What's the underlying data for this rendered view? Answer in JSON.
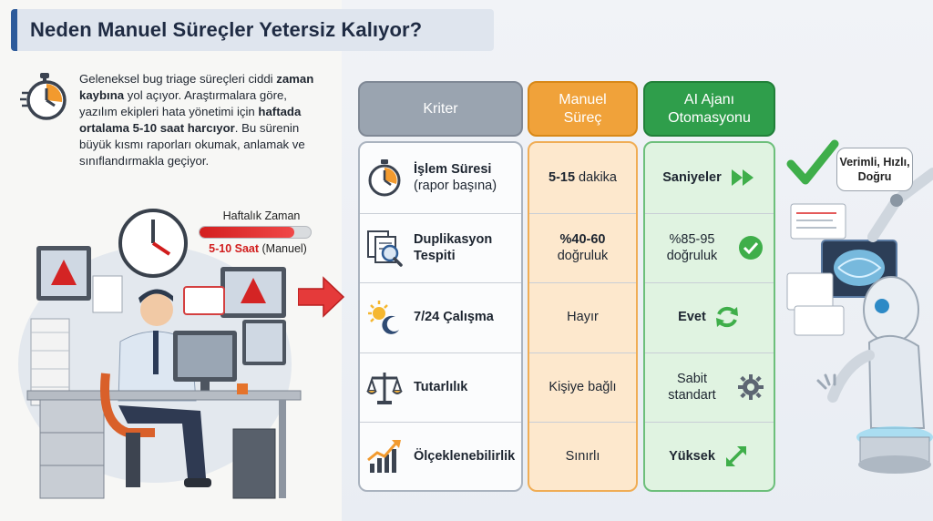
{
  "title": "Neden Manuel Süreçler Yetersiz Kalıyor?",
  "intro": {
    "p1": "Geleneksel bug triage süreçleri ciddi ",
    "p1_bold": "zaman kaybına",
    "p2": " yol açıyor. Araştırmalara göre, yazılım ekipleri hata yönetimi için ",
    "p2_bold": "haftada ortalama 5-10 saat harcıyor",
    "p3": ". Bu sürenin büyük kısmı raporları okumak, anlamak ve sınıflandırmakla geçiyor."
  },
  "weekly": {
    "label": "Haftalık Zaman",
    "value_red": "5-10 Saat",
    "value_rest": " (Manuel)",
    "fill_fraction": 0.85
  },
  "table": {
    "headers": {
      "criteria": "Kriter",
      "manual": "Manuel Süreç",
      "ai": "AI Ajanı Otomasyonu"
    },
    "rows": [
      {
        "criteria_bold": "İşlem Süresi",
        "criteria_rest": "(rapor başına)",
        "manual_bold": "5-15",
        "manual_rest": " dakika",
        "ai": "Saniyeler",
        "ai_bold": true,
        "criteria_icon": "stopwatch-icon",
        "ai_icon": "fast-forward-icon"
      },
      {
        "criteria_bold": "Duplikasyon Tespiti",
        "criteria_rest": "",
        "manual_bold": "%40-60",
        "manual_rest": "doğruluk",
        "ai": "%85-95 doğruluk",
        "ai_bold": false,
        "criteria_icon": "document-search-icon",
        "ai_icon": "check-circle-icon"
      },
      {
        "criteria_bold": "7/24 Çalışma",
        "criteria_rest": "",
        "manual_bold": "",
        "manual_rest": "Hayır",
        "ai": "Evet",
        "ai_bold": true,
        "criteria_icon": "sun-moon-icon",
        "ai_icon": "refresh-icon"
      },
      {
        "criteria_bold": "Tutarlılık",
        "criteria_rest": "",
        "manual_bold": "",
        "manual_rest": "Kişiye bağlı",
        "ai": "Sabit standart",
        "ai_bold": false,
        "criteria_icon": "scale-icon",
        "ai_icon": "gear-icon"
      },
      {
        "criteria_bold": "Ölçeklenebilirlik",
        "criteria_rest": "",
        "manual_bold": "",
        "manual_rest": "Sınırlı",
        "ai": "Yüksek",
        "ai_bold": true,
        "criteria_icon": "growth-chart-icon",
        "ai_icon": "expand-arrows-icon"
      }
    ]
  },
  "bubble": "Verimli, Hızlı, Doğru",
  "colors": {
    "accent_blue": "#2c5a9a",
    "manual_orange": "#f0a23a",
    "ai_green": "#2f9e4b",
    "alert_red": "#d31f1f"
  }
}
